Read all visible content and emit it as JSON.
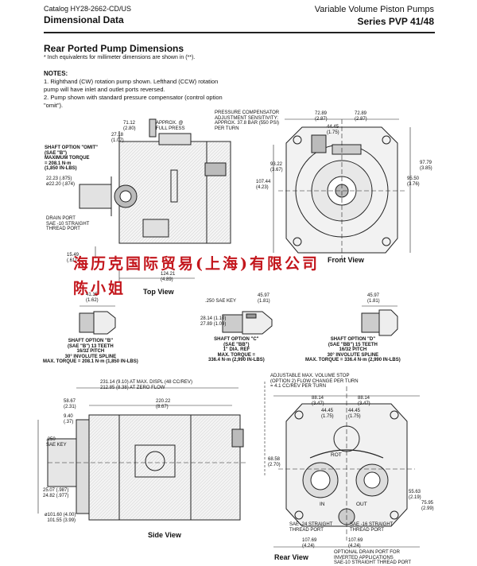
{
  "header": {
    "catalog": "Catalog HY28-2662-CD/US",
    "section": "Dimensional Data",
    "product": "Variable Volume Piston Pumps",
    "series": "Series PVP 41/48"
  },
  "title": "Rear Ported Pump Dimensions",
  "inch_note": "* Inch equivalents for millimeter dimensions are shown in (**).",
  "notes_heading": "NOTES:",
  "notes": [
    "1. Righthand (CW) rotation pump shown. Lefthand (CCW) rotation pump will have inlet and outlet ports reversed.",
    "2. Pump shown with standard pressure compensator (control option \"omit\")."
  ],
  "views": {
    "top": "Top View",
    "front": "Front View",
    "side": "Side View",
    "rear": "Rear View"
  },
  "watermark": {
    "line1": "海历克国际贸易(上海)有限公司",
    "line2": "陈小姐"
  },
  "top_view": {
    "approx": "APPROX. @\nFULL PRESS",
    "pc_label": "PRESSURE COMPENSATOR\nADJUSTMENT SENSITIVITY:\nAPPROX. 37.8 BAR (550 PSI)\nPER TURN",
    "shaft_omit": "SHAFT OPTION \"OMIT\"\n(SAE \"B\")\nMAXIMUM TORQUE\n= 208.1 N·m\n(1,850 IN-LBS)",
    "d_71": "71.12\n(2.80)",
    "d_27": "27.18\n(1.07)",
    "d_22": "22.23 (.875)\nø22.20 (.874)",
    "drain": "DRAIN PORT\nSAE -10 STRAIGHT\nTHREAD PORT",
    "d_15": "15.49\n(.61)",
    "d_124": "124.21\n(4.89)",
    "d_41": "41.15\n(1.62)"
  },
  "front_view": {
    "d_72a": "72.89\n(2.87)",
    "d_72b": "72.89\n(2.87)",
    "d_44": "44.45\n(1.75)",
    "d_93": "93.22\n(3.67)",
    "d_107": "107.44\n(4.23)",
    "d_97": "97.79\n(3.85)",
    "d_95": "95.50\n(3.76)"
  },
  "shafts": {
    "b": "SHAFT OPTION \"B\"\n(SAE \"B\") 13 TEETH\n16/32 PITCH\n30° INVOLUTE SPLINE\nMAX. TORQUE = 208.1 N·m (1,850 IN-LBS)",
    "c_key": ".250 SAE KEY",
    "c_d1": "45.97\n(1.81)",
    "c_d2": "28.14 (1.10)\n27.89 (1.09)",
    "c": "SHAFT OPTION \"C\"\n(SAE \"BB\")\n1\" DIA. REF\nMAX. TORQUE =\n336.4 N·m (2,990 IN-LBS)",
    "d_d1": "45.97\n(1.81)",
    "d": "SHAFT OPTION \"D\"\n(SAE \"BB\") 15 TEETH\n16/32 PITCH\n30° INVOLUTE SPLINE\nMAX. TORQUE = 336.4 N·m (2,990 IN-LBS)"
  },
  "side_view": {
    "d_231": "231.14 (9.10) AT MAX. DISPL (48 CC/REV)\n212.85 (8.38) AT ZERO FLOW",
    "d_220": "220.22\n(8.67)",
    "d_58": "58.67\n(2.31)",
    "d_9": "9.40\n(.37)",
    "key": ".250\nSAE KEY",
    "d_25": "25.07 (.987)\n24.82 (.977)",
    "d_101": "ø101.60 (4.00)\n  101.55 (3.99)"
  },
  "rear_view": {
    "stop": "ADJUSTABLE MAX. VOLUME STOP\n(OPTION 2) FLOW CHANGE PER TURN\n= 4.1 CC/REV PER TURN",
    "d_88a": "88.14\n(3.47)",
    "d_88b": "88.14\n(3.47)",
    "d_44a": "44.45\n(1.75)",
    "d_44b": "44.45\n(1.75)",
    "rot": "ROT",
    "d_68": "68.58\n(2.70)",
    "d_55": "55.63\n(2.19)",
    "d_75": "75.95\n(2.99)",
    "in": "IN",
    "out": "OUT",
    "sae24": "SAE -24 STRAIGHT\nTHREAD PORT",
    "sae16": "SAE -16 STRAIGHT\nTHREAD PORT",
    "d_107a": "107.69\n(4.24)",
    "d_107b": "107.69\n(4.24)",
    "opt_drain": "OPTIONAL DRAIN PORT FOR\nINVERTED APPLICATIONS\nSAE-10 STRAIGHT THREAD PORT"
  }
}
